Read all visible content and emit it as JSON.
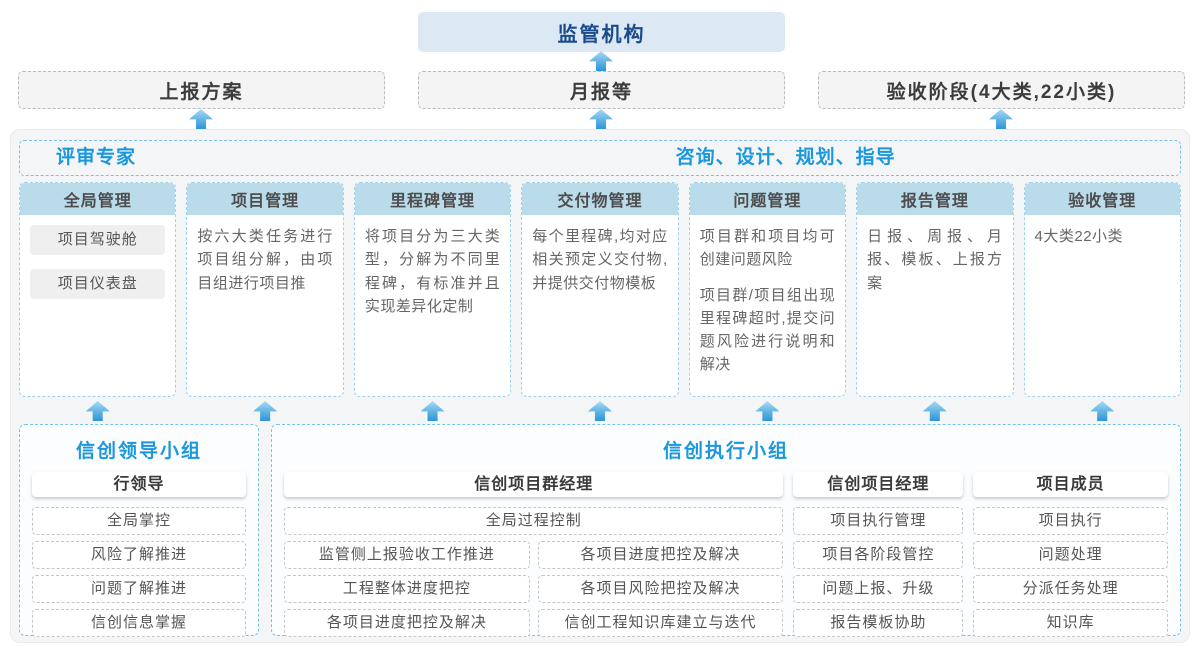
{
  "top": {
    "regulator_label": "监管机构",
    "outputs": [
      {
        "label": "上报方案"
      },
      {
        "label": "月报等"
      },
      {
        "label": "验收阶段(4大类,22小类)"
      }
    ]
  },
  "platform": {
    "left_title": "评审专家",
    "right_title": "咨询、设计、规划、指导",
    "columns": [
      {
        "header": "全局管理",
        "tags": [
          "项目驾驶舱",
          "项目仪表盘"
        ]
      },
      {
        "header": "项目管理",
        "paragraphs": [
          "按六大类任务进行项目组分解，由项目组进行项目推"
        ]
      },
      {
        "header": "里程碑管理",
        "paragraphs": [
          "将项目分为三大类型，分解为不同里程碑，有标准并且实现差异化定制"
        ]
      },
      {
        "header": "交付物管理",
        "paragraphs": [
          "每个里程碑,均对应相关预定义交付物,并提供交付物模板"
        ]
      },
      {
        "header": "问题管理",
        "paragraphs": [
          "项目群和项目均可创建问题风险",
          "项目群/项目组出现里程碑超时,提交问题风险进行说明和解决"
        ]
      },
      {
        "header": "报告管理",
        "paragraphs": [
          "日报、周报、月报、模板、上报方案"
        ]
      },
      {
        "header": "验收管理",
        "paragraphs": [
          "4大类22小类"
        ]
      }
    ]
  },
  "groups": {
    "leader": {
      "title": "信创领导小组",
      "role": "行领导",
      "items": [
        "全局掌控",
        "风险了解推进",
        "问题了解推进",
        "信创信息掌握"
      ]
    },
    "executor": {
      "title": "信创执行小组",
      "program_manager": {
        "role": "信创项目群经理",
        "full_item": "全局过程控制",
        "col_left": [
          "监管侧上报验收工作推进",
          "工程整体进度把控",
          "各项目进度把控及解决"
        ],
        "col_right": [
          "各项目进度把控及解决",
          "各项目风险把控及解决",
          "信创工程知识库建立与迭代"
        ]
      },
      "project_manager": {
        "role": "信创项目经理",
        "items": [
          "项目执行管理",
          "项目各阶段管控",
          "问题上报、升级",
          "报告模板协助"
        ]
      },
      "member": {
        "role": "项目成员",
        "items": [
          "项目执行",
          "问题处理",
          "分派任务处理",
          "知识库"
        ]
      }
    }
  },
  "colors": {
    "accent_blue": "#1a97dd",
    "navy_title": "#1a4c8b",
    "regulator_bg": "#dce8f4",
    "column_header_bg": "#badbe9",
    "platform_bg": "#f3f5f7",
    "arrow_gradient_top": "#aadcf5",
    "arrow_gradient_bottom": "#2e95d5",
    "dashed_blue_border": "#9ed2ec",
    "dashed_gray_border": "#c6c6c6"
  }
}
